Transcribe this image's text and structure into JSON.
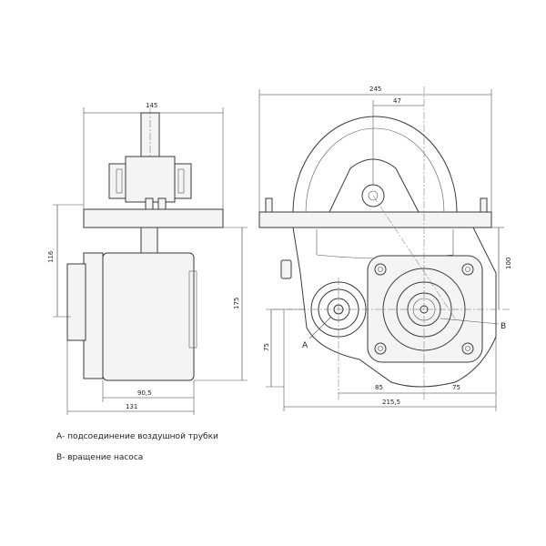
{
  "dimensions": {
    "d145": "145",
    "d116": "116",
    "d175": "175",
    "d90_5": "90,5",
    "d131": "131",
    "d245": "245",
    "d47": "47",
    "d100": "100",
    "d75_v": "75",
    "d85": "85",
    "d75_h": "75",
    "d215_5": "215,5"
  },
  "callouts": {
    "a": "A",
    "b": "B"
  },
  "legend": {
    "a": "A- подсоединение воздушной трубки",
    "b": "B- вращение насоса"
  }
}
